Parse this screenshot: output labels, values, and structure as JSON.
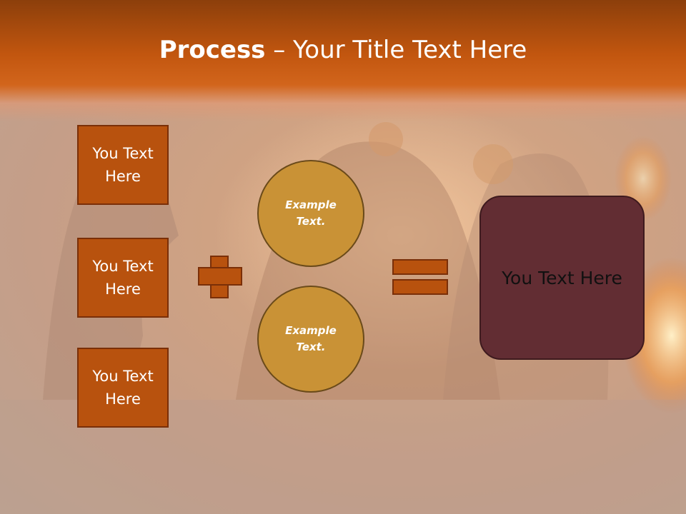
{
  "title": {
    "bold": "Process",
    "rest": " – Your Title Text Here"
  },
  "left_boxes": [
    {
      "text": "You Text Here"
    },
    {
      "text": "You Text Here"
    },
    {
      "text": "You Text Here"
    }
  ],
  "circles": [
    {
      "text": "Example Text."
    },
    {
      "text": "Example Text."
    }
  ],
  "result": {
    "text": "You Text Here"
  },
  "colors": {
    "title_band": "#c2560f",
    "box_fill": "#b8520e",
    "circle_fill": "#c99236",
    "result_fill": "#622d33"
  }
}
